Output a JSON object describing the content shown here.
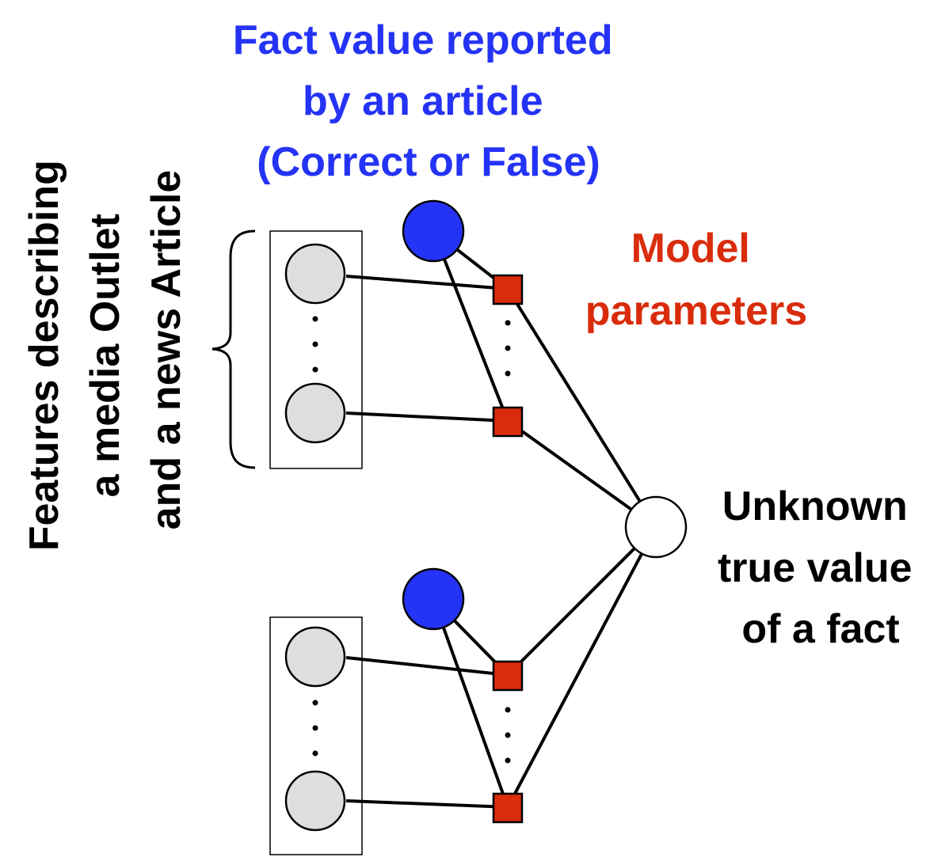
{
  "labels": {
    "fact_value": [
      "Fact value reported",
      "by an article",
      "(Correct or False)"
    ],
    "model_parameters": [
      "Model",
      "parameters"
    ],
    "unknown_truth": [
      "Unknown",
      "true value",
      "of a fact"
    ],
    "features": [
      "Features describing",
      "a media Outlet",
      "and a news Article"
    ]
  },
  "colors": {
    "observed_node": "#2433f5",
    "parameter_node": "#d92c0c",
    "feature_node": "#dedede",
    "truth_node": "#ffffff",
    "fact_value_text": "#2433f5",
    "model_parameters_text": "#d92c0c",
    "unknown_truth_text": "#000000",
    "features_text": "#000000"
  },
  "groups": [
    {
      "id": "article-1"
    },
    {
      "id": "article-2"
    }
  ]
}
